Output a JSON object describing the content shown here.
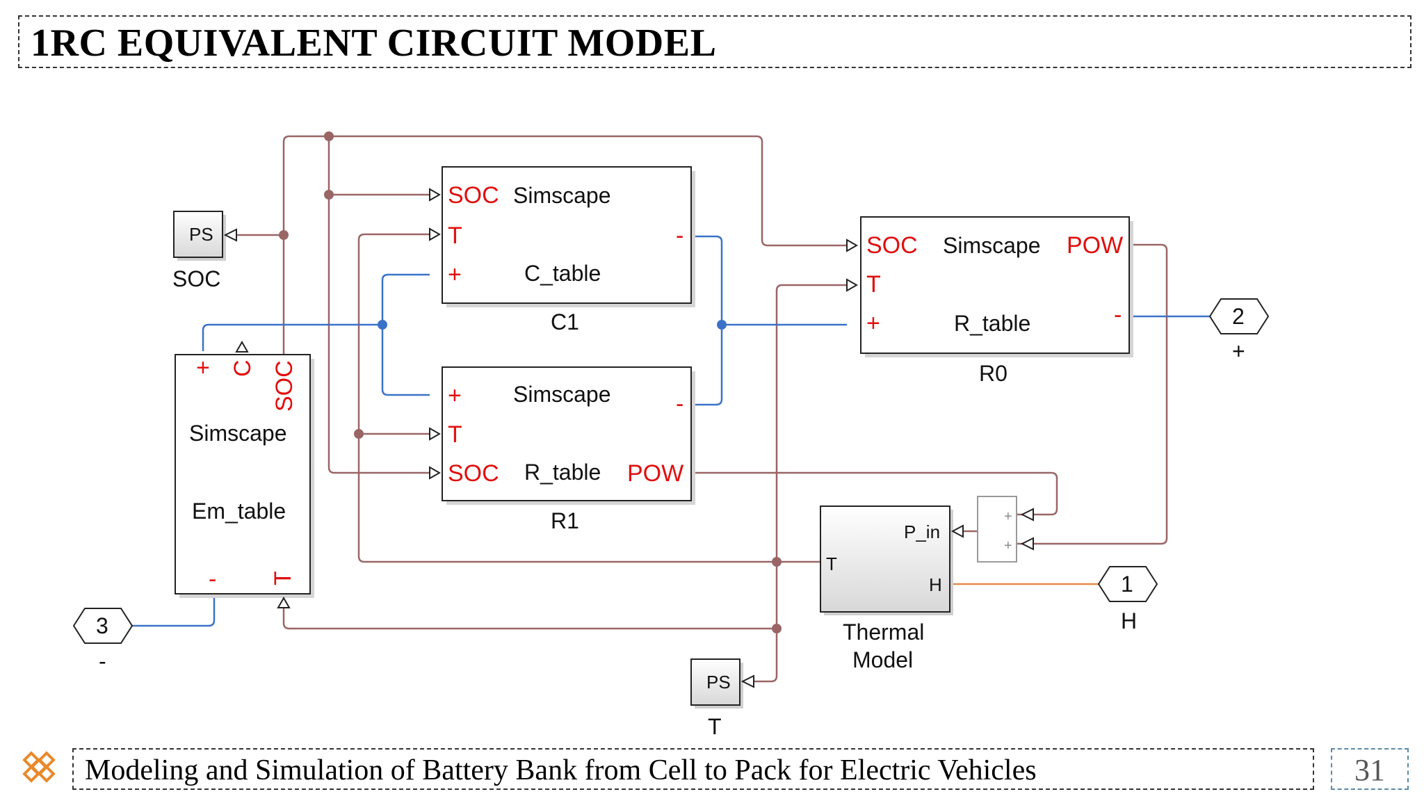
{
  "header": {
    "title": "1RC EQUIVALENT CIRCUIT MODEL"
  },
  "footer": {
    "text": "Modeling and Simulation of Battery Bank from Cell to Pack for Electric Vehicles",
    "page_number": "31"
  },
  "blocks": {
    "c1": {
      "line1": "Simscape",
      "line2": "C_table",
      "name": "C1",
      "port_soc": "SOC",
      "port_t": "T",
      "port_plus": "+",
      "port_minus": "-"
    },
    "r1": {
      "line1": "Simscape",
      "line2": "R_table",
      "name": "R1",
      "port_plus": "+",
      "port_t": "T",
      "port_soc": "SOC",
      "port_pow": "POW",
      "port_minus": "-"
    },
    "r0": {
      "line1": "Simscape",
      "line2": "R_table",
      "name": "R0",
      "port_soc": "SOC",
      "port_t": "T",
      "port_plus": "+",
      "port_pow": "POW",
      "port_minus": "-"
    },
    "em": {
      "line1": "Simscape",
      "line2": "Em_table",
      "port_plus": "+",
      "port_c": "C",
      "port_soc": "SOC",
      "port_minus": "-",
      "port_t": "T"
    },
    "thermal": {
      "line1": "Thermal",
      "line2": "Model",
      "port_pin": "P_in",
      "port_t": "T",
      "port_h": "H"
    },
    "ps_soc": {
      "label": "PS",
      "name": "SOC"
    },
    "ps_t": {
      "label": "PS",
      "name": "T"
    },
    "sum": {
      "in1": "+",
      "in2": "+"
    }
  },
  "ports": {
    "p1": {
      "number": "1",
      "name": "H"
    },
    "p2": {
      "number": "2",
      "name": "+"
    },
    "p3": {
      "number": "3",
      "name": "-"
    }
  }
}
